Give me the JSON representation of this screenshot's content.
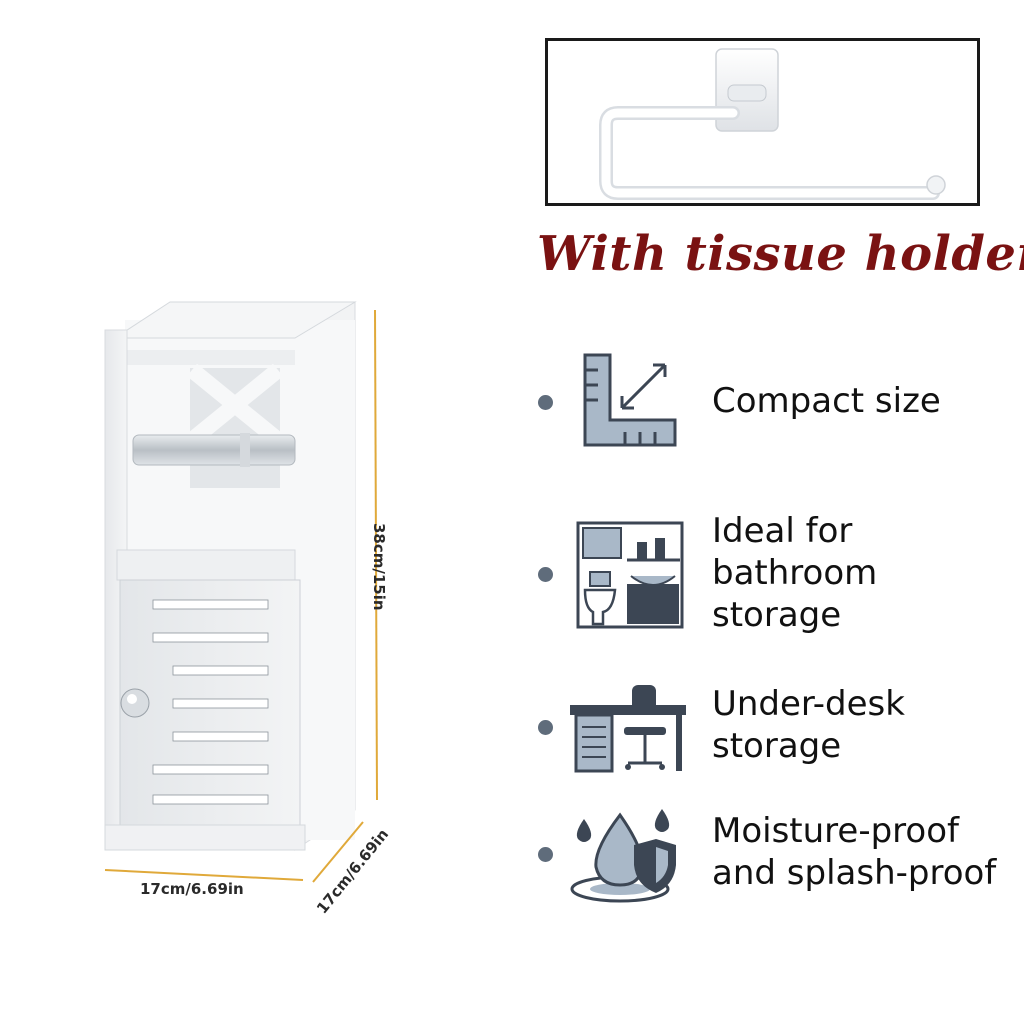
{
  "caption": "With tissue holder",
  "dimensions": {
    "width": "17cm/6.69in",
    "height": "38cm/15in",
    "depth": "17cm/6.69in"
  },
  "features": [
    {
      "label": "Compact size",
      "icon": "ruler-resize-icon"
    },
    {
      "label": "Ideal for\nbathroom\nstorage",
      "icon": "bathroom-icon"
    },
    {
      "label": "Under-desk\nstorage",
      "icon": "desk-chair-icon"
    },
    {
      "label": "Moisture-proof\nand splash-proof",
      "icon": "water-shield-icon"
    }
  ],
  "colors": {
    "caption": "#7a1212",
    "icon_dark": "#3c4654",
    "icon_light": "#a9b8c8",
    "bullet": "#5f6c7b",
    "dimension_line": "#e0a93a",
    "frame": "#1a1a1a"
  }
}
